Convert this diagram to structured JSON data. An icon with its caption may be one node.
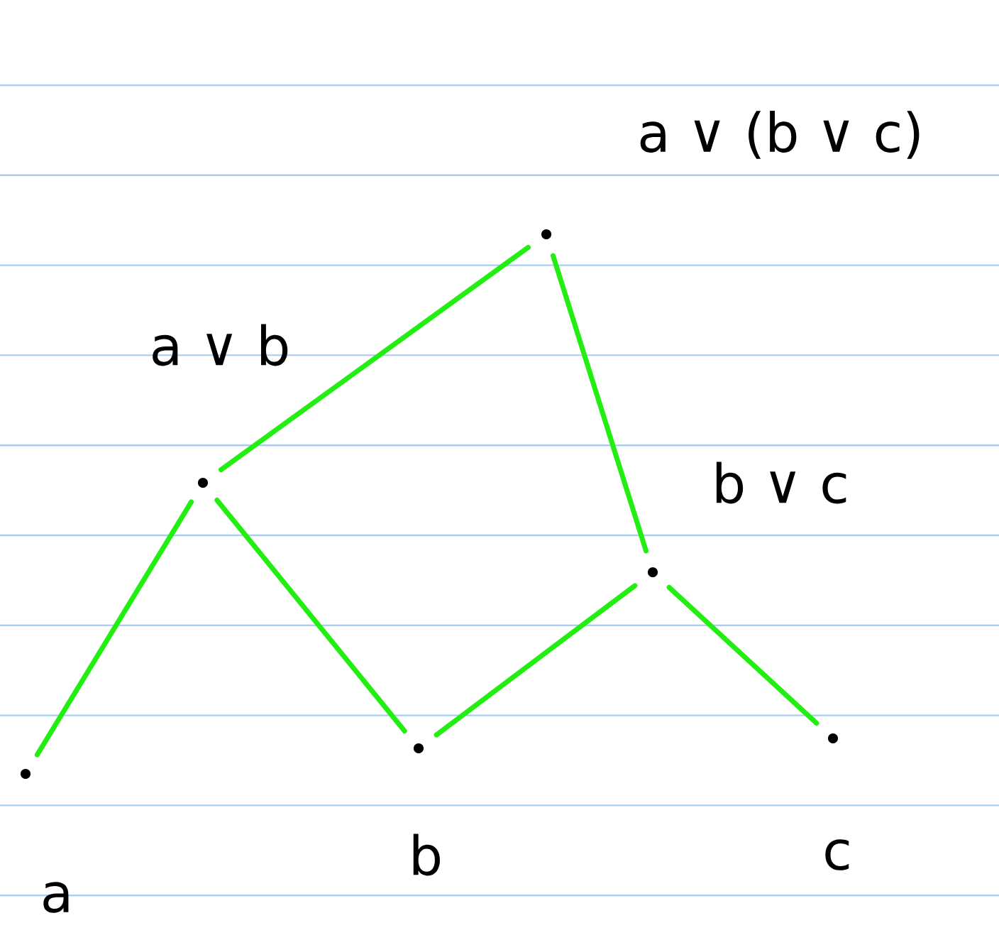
{
  "diagram": {
    "nodes": [
      {
        "text": [],
        "shape": "circle",
        "beside": [
          "a ∨ (b ∨ c)"
        ]
      },
      {
        "text": [],
        "shape": "circle",
        "beside": [
          "a ∨ b"
        ]
      },
      {
        "text": [],
        "shape": "circle",
        "beside": [
          "b ∨ c"
        ]
      },
      {
        "text": [],
        "shape": "circle",
        "beside": [
          "a"
        ]
      },
      {
        "text": [],
        "shape": "circle",
        "beside": [
          "b"
        ]
      },
      {
        "text": [],
        "shape": "circle",
        "beside": [
          "c"
        ]
      }
    ],
    "edges": [
      {
        "from": 0,
        "to": 1,
        "arrow": "none"
      },
      {
        "from": 0,
        "to": 2,
        "arrow": "none"
      },
      {
        "from": 1,
        "to": 3,
        "arrow": "none"
      },
      {
        "from": 1,
        "to": 4,
        "arrow": "none"
      },
      {
        "from": 2,
        "to": 4,
        "arrow": "none"
      },
      {
        "from": 2,
        "to": 5,
        "arrow": "none"
      }
    ]
  }
}
